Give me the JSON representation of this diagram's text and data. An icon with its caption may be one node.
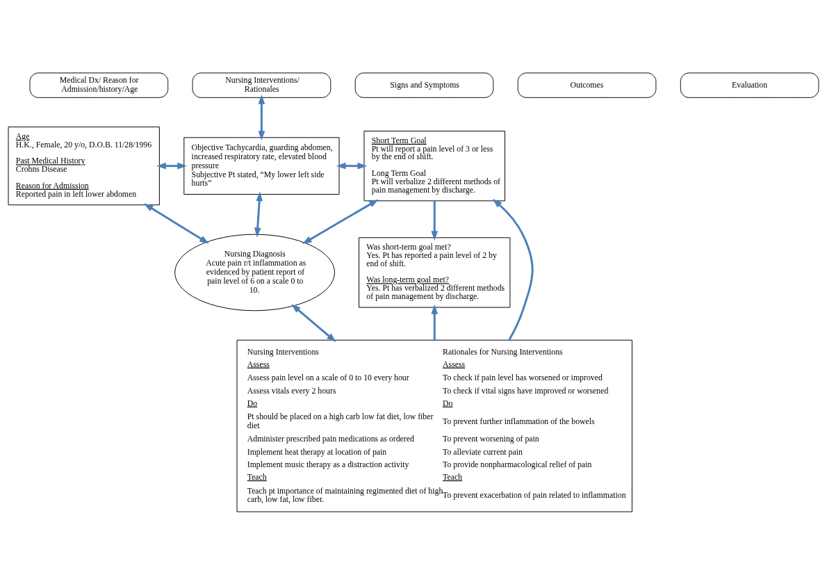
{
  "diagram": {
    "nodes": [
      {
        "text": [
          "Medical Dx/ Reason for Admission/history/Age"
        ]
      },
      {
        "text": [
          "Age",
          "H.K., Female, 20 y/o, D.O.B. 11/28/1996",
          "Past Medical History",
          "Crohns Disease",
          "Reason for Admission",
          "Reported pain in left lower abdomen"
        ]
      },
      {
        "text": [
          "Signs and Symptoms"
        ]
      },
      {
        "text": [
          "Objective Tachycardia, guarding abdomen, increased respiratory rate, elevated blood pressure",
          "Subjective Pt stated, “My lower left side hurts”"
        ]
      },
      {
        "text": [
          "Outcomes"
        ]
      },
      {
        "text": [
          "Short Term Goal",
          "Pt will report a pain level of 3 or less by the end of shift.",
          "Long Term Goal",
          "Pt will verbalize 2 different methods of pain management by discharge."
        ]
      },
      {
        "text": [
          "Evaluation"
        ]
      },
      {
        "text": [
          "Was short-term goal met?",
          "Yes. Pt has reported a pain level of 2 by end of shift.",
          "Was long-term goal met?",
          "Yes. Pt has verbalized 2 different methods of pain management by discharge."
        ]
      },
      {
        "text": [
          "Nursing Diagnosis",
          "Acute pain r/t inflammation as evidenced by patient report of pain level of 6 on a scale 0 to 10."
        ]
      },
      {
        "text": [
          "Nursing Interventions/ Rationales"
        ]
      },
      {
        "text": [
          "Nursing Interventions",
          "Rationales for Nursing Interventions",
          "Assess",
          "Assess",
          "Assess pain level on a scale of 0 to 10 every hour",
          "To check if pain level has worsened or improved",
          "Assess vitals every 2 hours",
          "To check if vital signs have improved or worsened",
          "Do",
          "Do",
          "Pt should be placed on a high carb low fat diet, low fiber diet",
          "To prevent further inflammation of the bowels",
          "Administer prescribed pain medications as ordered",
          "To prevent worsening of pain",
          "Implement heat therapy at location of pain",
          "To alleviate current pain",
          "Implement music therapy as a distraction activity",
          "To provide nonpharmacological relief of pain",
          "Teach",
          "Teach",
          "Teach pt importance of maintaining regimented diet of high carb, low fat, low fiber.",
          "To prevent exacerbation of pain related to inflammation"
        ]
      }
    ],
    "edges": [
      {
        "from": 1,
        "to": 3,
        "arrow": "both"
      },
      {
        "from": 1,
        "to": 8,
        "arrow": "both"
      },
      {
        "from": 3,
        "to": 8,
        "arrow": "both"
      },
      {
        "from": 3,
        "to": 5,
        "arrow": "both"
      },
      {
        "from": 9,
        "to": 3,
        "arrow": "both"
      },
      {
        "from": 8,
        "to": 10,
        "arrow": "both"
      },
      {
        "from": 5,
        "to": 8,
        "arrow": "both"
      },
      {
        "from": 10,
        "to": 5,
        "arrow": "to"
      },
      {
        "from": 10,
        "to": 7,
        "arrow": "to"
      },
      {
        "from": 5,
        "to": 7,
        "arrow": "to"
      }
    ]
  }
}
